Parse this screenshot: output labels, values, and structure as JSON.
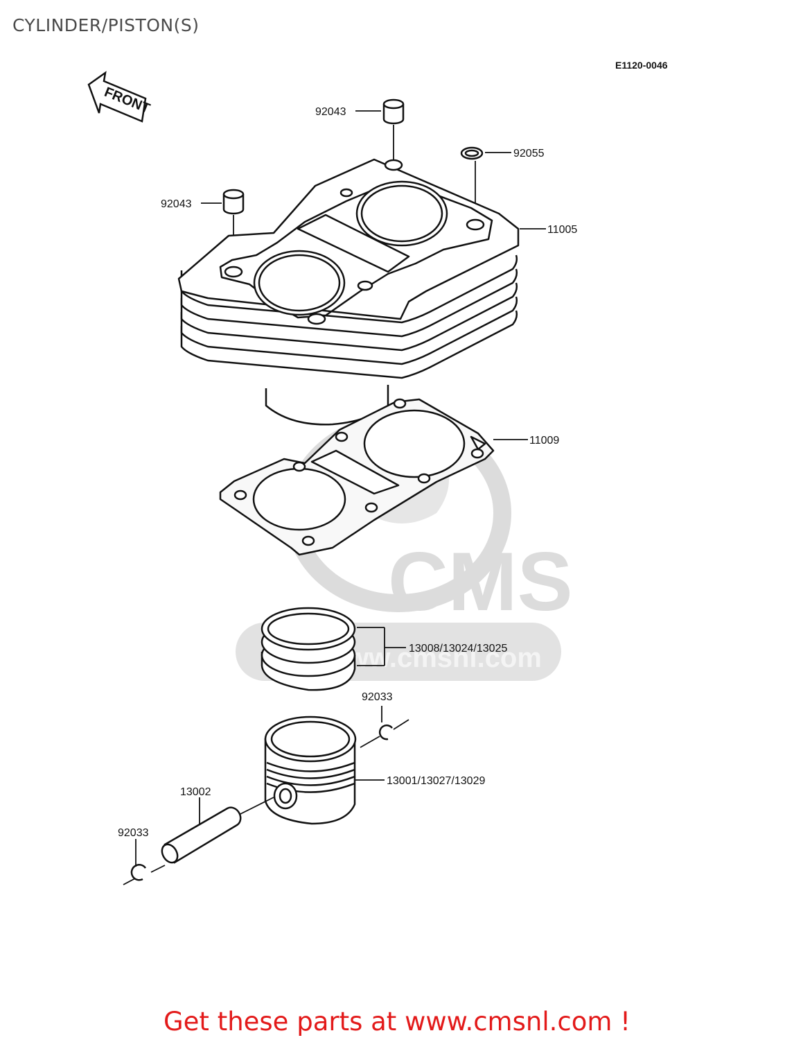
{
  "page": {
    "title": "CYLINDER/PISTON(S)",
    "diagram_code": "E1120-0046",
    "footer": "Get these parts at www.cmsnl.com !"
  },
  "direction_arrow": {
    "label": "FRONT"
  },
  "watermark": {
    "brand": "CMS",
    "site": "www.cmsnl.com",
    "color": "#dcdcdc"
  },
  "parts": {
    "dowel_top": "92043",
    "oring": "92055",
    "dowel_left": "92043",
    "cylinder": "11005",
    "gasket": "11009",
    "rings": "13008/13024/13025",
    "clip_right": "92033",
    "piston": "13001/13027/13029",
    "pin": "13002",
    "clip_left": "92033"
  },
  "colors": {
    "ink": "#111111",
    "footer": "#e31a1a",
    "title": "#4a4a4a"
  }
}
